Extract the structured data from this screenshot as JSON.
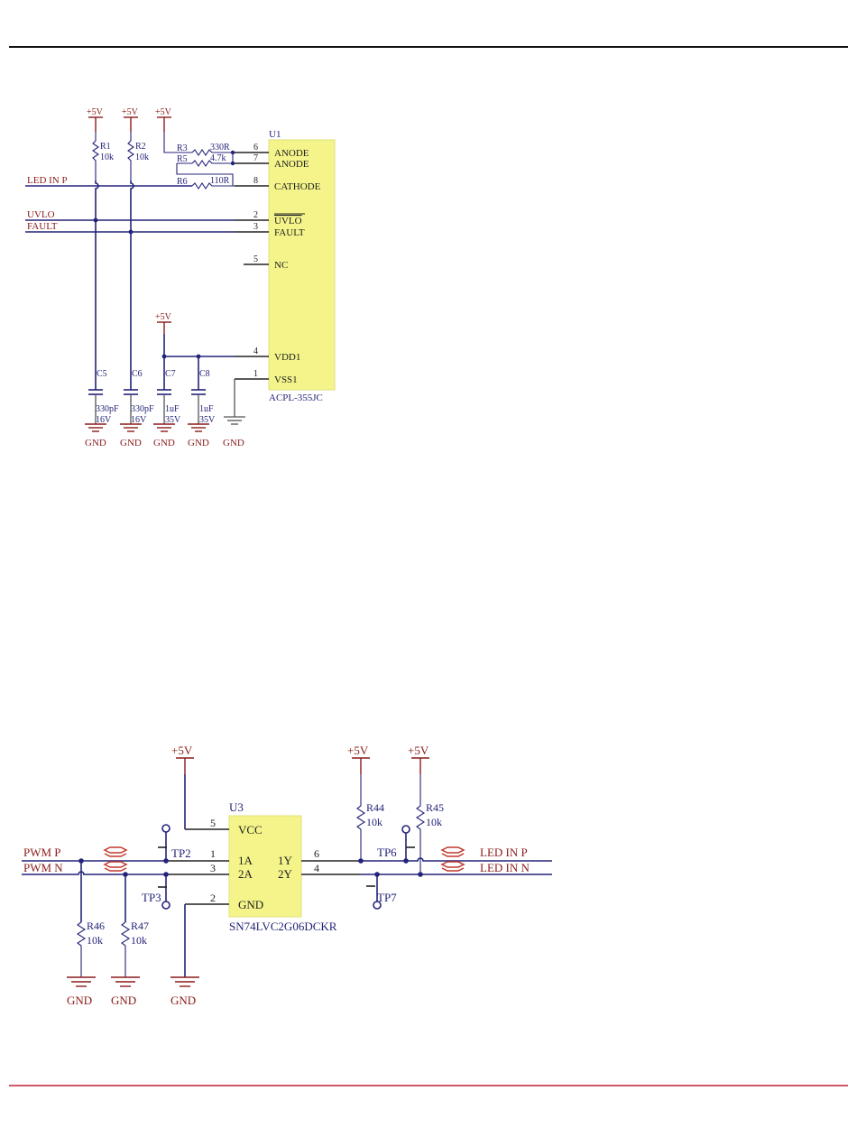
{
  "sheet1": {
    "u1": {
      "ref": "U1",
      "part": "ACPL-355JC",
      "pins": [
        {
          "num": "6",
          "name": "ANODE"
        },
        {
          "num": "7",
          "name": "ANODE"
        },
        {
          "num": "8",
          "name": "CATHODE"
        },
        {
          "num": "2",
          "name": "UVLO"
        },
        {
          "num": "3",
          "name": "FAULT"
        },
        {
          "num": "5",
          "name": "NC"
        },
        {
          "num": "4",
          "name": "VDD1"
        },
        {
          "num": "1",
          "name": "VSS1"
        }
      ]
    },
    "nets": {
      "led_in_p": "LED IN P",
      "uvlo": "UVLO",
      "fault": "FAULT"
    },
    "power": {
      "vcc": "+5V",
      "gnd": "GND"
    },
    "resistors": [
      {
        "ref": "R1",
        "value": "10k"
      },
      {
        "ref": "R2",
        "value": "10k"
      },
      {
        "ref": "R3",
        "value": "330R"
      },
      {
        "ref": "R5",
        "value": "4.7k"
      },
      {
        "ref": "R6",
        "value": "110R"
      }
    ],
    "capacitors": [
      {
        "ref": "C5",
        "value": "330pF",
        "voltage": "16V"
      },
      {
        "ref": "C6",
        "value": "330pF",
        "voltage": "16V"
      },
      {
        "ref": "C7",
        "value": "1uF",
        "voltage": "35V"
      },
      {
        "ref": "C8",
        "value": "1uF",
        "voltage": "35V"
      }
    ]
  },
  "sheet2": {
    "u3": {
      "ref": "U3",
      "part": "SN74LVC2G06DCKR",
      "pin_vcc": "VCC",
      "pin_gnd": "GND",
      "in1": "1A",
      "in2": "2A",
      "out1": "1Y",
      "out2": "2Y",
      "pinnum_vcc": "5",
      "pinnum_1a": "1",
      "pinnum_2a": "3",
      "pinnum_gnd": "2",
      "pinnum_1y": "6",
      "pinnum_2y": "4"
    },
    "nets": {
      "pwm_p": "PWM P",
      "pwm_n": "PWM N",
      "led_in_p": "LED IN P",
      "led_in_n": "LED IN N"
    },
    "power": {
      "vcc": "+5V",
      "gnd": "GND"
    },
    "testpoints": [
      "TP2",
      "TP3",
      "TP6",
      "TP7"
    ],
    "resistors": [
      {
        "ref": "R44",
        "value": "10k"
      },
      {
        "ref": "R45",
        "value": "10k"
      },
      {
        "ref": "R46",
        "value": "10k"
      },
      {
        "ref": "R47",
        "value": "10k"
      }
    ]
  },
  "colors": {
    "wire": "#23237a",
    "power": "#8b1a1a",
    "chip_fill": "#f4f48a",
    "frame_top": "#111111",
    "frame_bottom": "#c41e3a"
  }
}
